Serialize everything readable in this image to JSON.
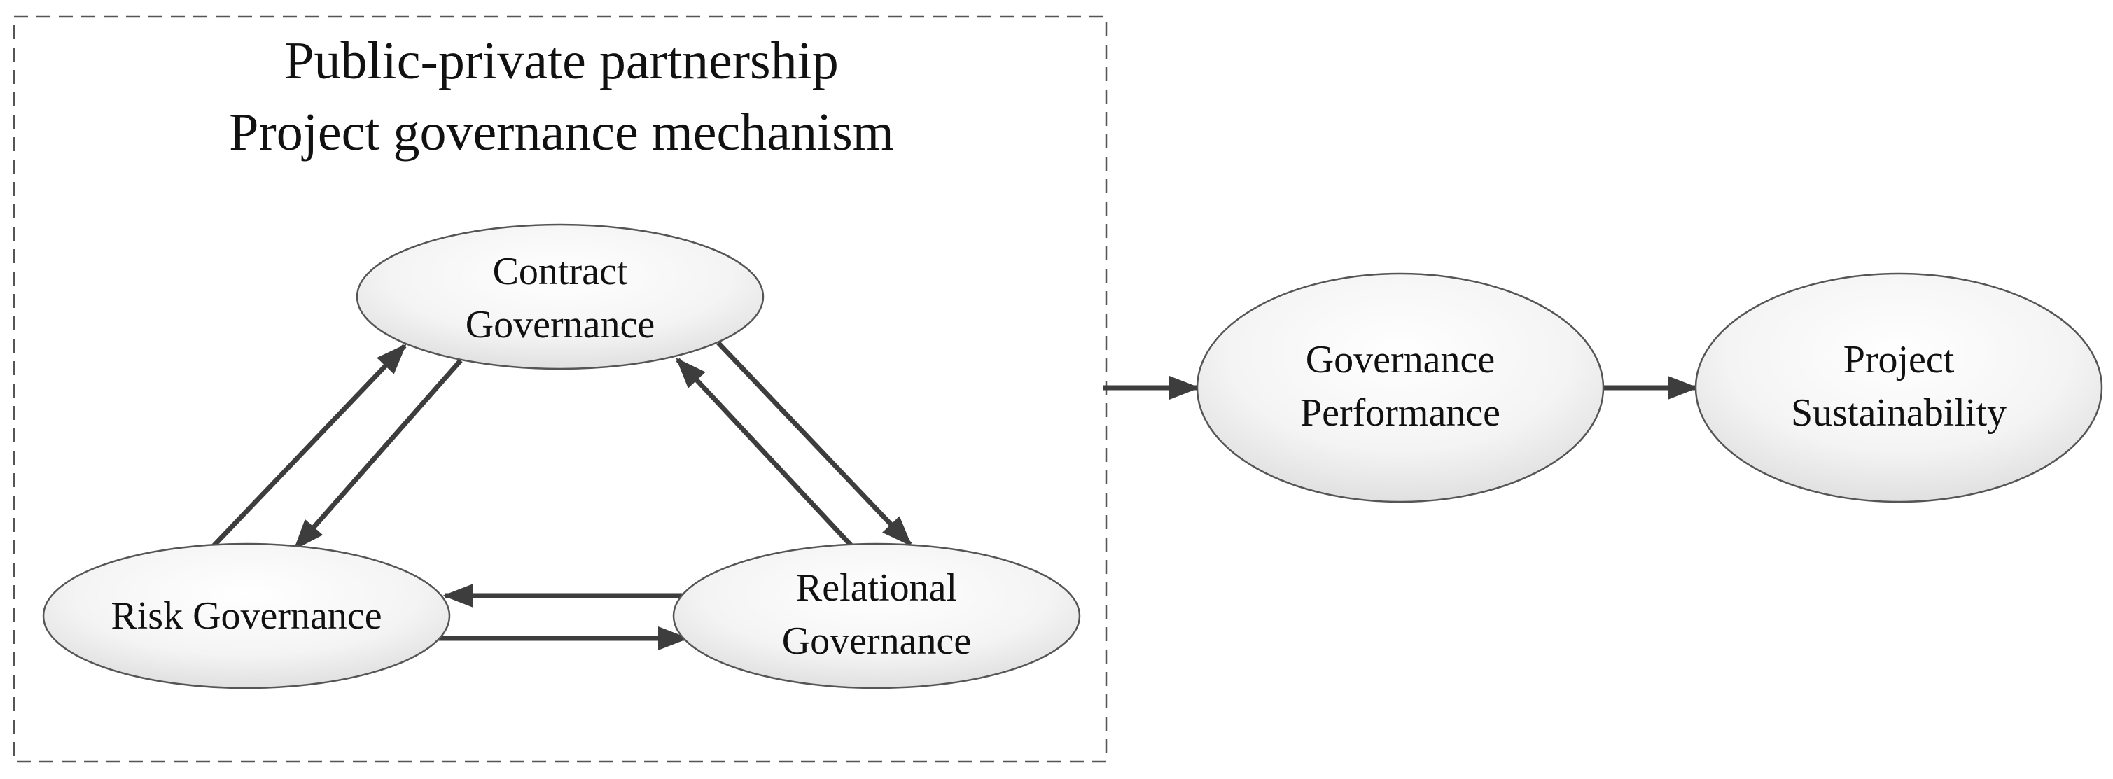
{
  "group": {
    "title_line1": "Public-private partnership",
    "title_line2": "Project governance mechanism"
  },
  "nodes": {
    "contract": {
      "line1": "Contract",
      "line2": "Governance"
    },
    "risk": {
      "line1": "Risk Governance"
    },
    "relational": {
      "line1": "Relational",
      "line2": "Governance"
    },
    "performance": {
      "line1": "Governance",
      "line2": "Performance"
    },
    "sustainability": {
      "line1": "Project",
      "line2": "Sustainability"
    }
  },
  "edges": [
    {
      "from": "risk",
      "to": "contract"
    },
    {
      "from": "contract",
      "to": "risk"
    },
    {
      "from": "contract",
      "to": "relational"
    },
    {
      "from": "relational",
      "to": "contract"
    },
    {
      "from": "relational",
      "to": "risk"
    },
    {
      "from": "risk",
      "to": "relational"
    },
    {
      "from": "mechanism",
      "to": "performance"
    },
    {
      "from": "performance",
      "to": "sustainability"
    }
  ],
  "colors": {
    "node_fill_light": "#ffffff",
    "node_fill_dark": "#dcdcdc",
    "node_stroke": "#555555",
    "edge": "#3d3d3d",
    "text": "#111111"
  }
}
